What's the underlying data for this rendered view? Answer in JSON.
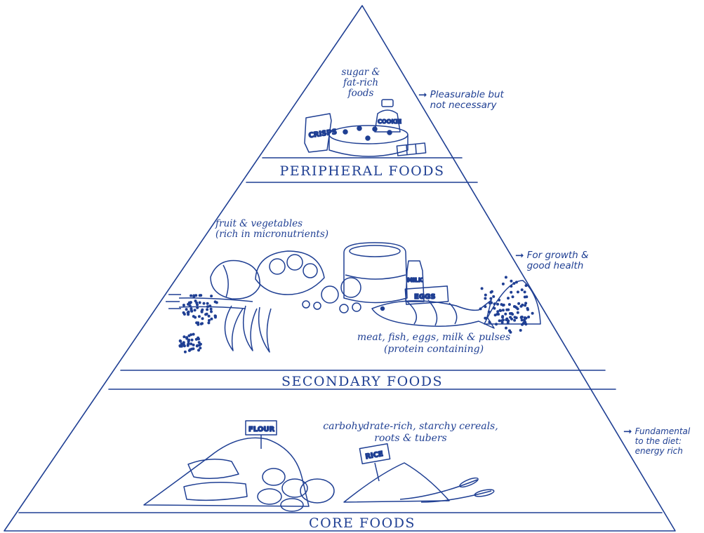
{
  "colors": {
    "ink": "#1f3f93",
    "paper": "#ffffff"
  },
  "tiers": {
    "peripheral": {
      "title": "PERIPHERAL FOODS",
      "food_note": [
        "sugar &",
        "fat-rich",
        "foods"
      ],
      "side_note": [
        "Pleasurable but",
        "not necessary"
      ],
      "item_labels": {
        "crisps": "CRISPS",
        "cookie": "COOKIE"
      }
    },
    "secondary": {
      "title": "SECONDARY FOODS",
      "food_note_top": [
        "fruit & vegetables",
        "(rich in micronutrients)"
      ],
      "food_note_bottom": [
        "meat, fish, eggs, milk & pulses",
        "(protein containing)"
      ],
      "side_note": [
        "For growth &",
        "good health"
      ],
      "item_labels": {
        "eggs": "EGGS",
        "milk": "MILK"
      }
    },
    "core": {
      "title": "CORE FOODS",
      "food_note": [
        "carbohydrate-rich, starchy cereals,",
        "roots & tubers"
      ],
      "side_note": [
        "Fundamental",
        "to the diet:",
        "energy rich"
      ],
      "item_labels": {
        "flour": "FLOUR",
        "rice": "RICE"
      }
    }
  },
  "side_arrow_glyph": "➞"
}
